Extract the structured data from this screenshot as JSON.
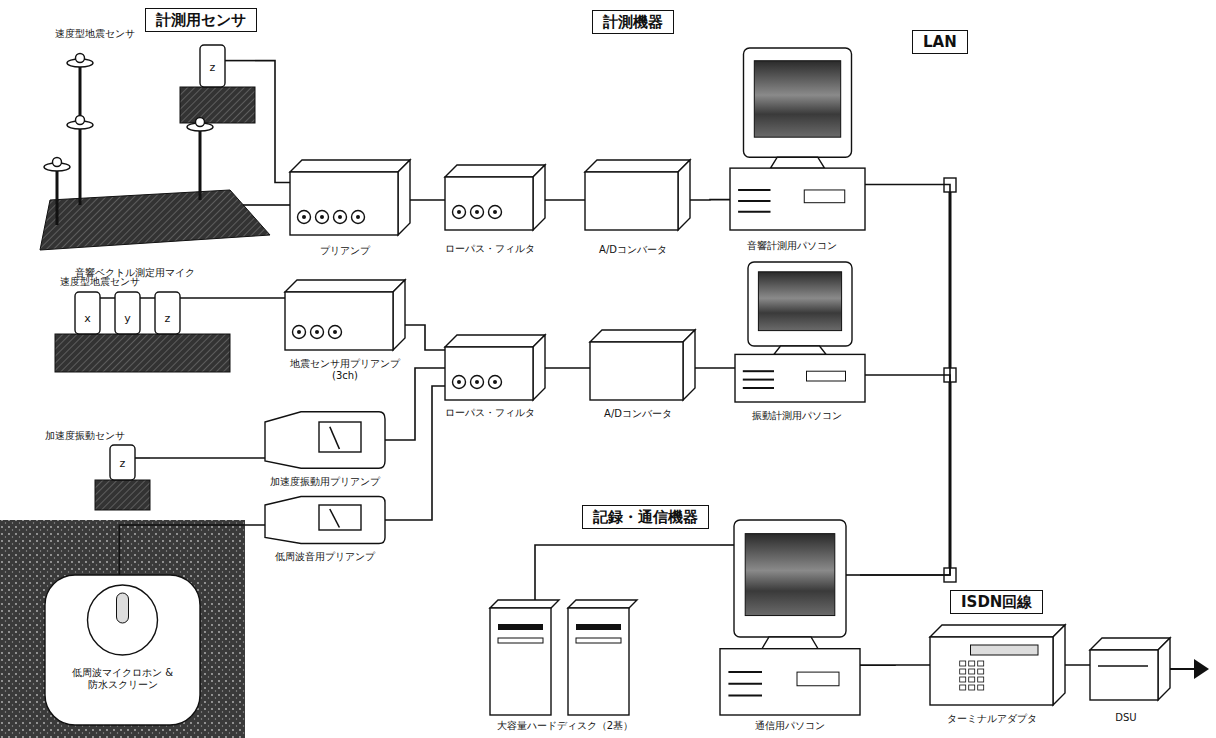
{
  "diagram": {
    "nodes": [
      {
        "text": [
          "計測用センサ"
        ]
      },
      {
        "text": [
          "計測機器"
        ]
      },
      {
        "text": [
          "LAN"
        ]
      },
      {
        "text": [
          "z",
          "速度型地震センサ"
        ]
      },
      {
        "text": [
          "音響ベクトル測定用マイク"
        ]
      },
      {
        "text": [
          "プリアンプ"
        ]
      },
      {
        "text": [
          "ローパス・フィルタ"
        ]
      },
      {
        "text": [
          "A/Dコンバータ"
        ]
      },
      {
        "text": [
          "音響計測用パソコン"
        ]
      },
      {
        "text": [
          "x",
          "y",
          "z",
          "速度型地震センサ"
        ]
      },
      {
        "text": [
          "地震センサ用プリアンプ (3ch)"
        ]
      },
      {
        "text": [
          "z",
          "加速度振動センサ"
        ]
      },
      {
        "text": [
          "加速度振動用プリアンプ"
        ]
      },
      {
        "text": [
          "低周波音用プリアンプ"
        ]
      },
      {
        "text": [
          "低周波マイクロホン & 防水スクリーン"
        ]
      },
      {
        "text": [
          "ローパス・フィルタ"
        ]
      },
      {
        "text": [
          "A/Dコンバータ"
        ]
      },
      {
        "text": [
          "振動計測用パソコン"
        ]
      },
      {
        "text": [
          "記録・通信機器"
        ]
      },
      {
        "text": [
          "大容量ハードディスク（2基）"
        ]
      },
      {
        "text": [
          "通信用パソコン"
        ]
      },
      {
        "text": [
          "ISDN回線"
        ]
      },
      {
        "text": [
          "ターミナルアダプタ"
        ]
      },
      {
        "text": [
          "DSU"
        ]
      }
    ],
    "edges": [
      {
        "from": 3,
        "to": 5,
        "arrow": "none"
      },
      {
        "from": 4,
        "to": 5,
        "arrow": "none"
      },
      {
        "from": 5,
        "to": 6,
        "arrow": "none"
      },
      {
        "from": 6,
        "to": 7,
        "arrow": "none"
      },
      {
        "from": 7,
        "to": 8,
        "arrow": "none"
      },
      {
        "from": 8,
        "to": 20,
        "arrow": "none"
      },
      {
        "from": 9,
        "to": 10,
        "arrow": "none"
      },
      {
        "from": 10,
        "to": 15,
        "arrow": "none"
      },
      {
        "from": 11,
        "to": 12,
        "arrow": "none"
      },
      {
        "from": 12,
        "to": 15,
        "arrow": "none"
      },
      {
        "from": 13,
        "to": 15,
        "arrow": "none"
      },
      {
        "from": 14,
        "to": 13,
        "arrow": "none"
      },
      {
        "from": 15,
        "to": 16,
        "arrow": "none"
      },
      {
        "from": 16,
        "to": 17,
        "arrow": "none"
      },
      {
        "from": 17,
        "to": 20,
        "arrow": "none"
      },
      {
        "from": 19,
        "to": 20,
        "arrow": "none"
      },
      {
        "from": 20,
        "to": 22,
        "arrow": "none"
      },
      {
        "from": 22,
        "to": 23,
        "arrow": "none"
      }
    ]
  }
}
